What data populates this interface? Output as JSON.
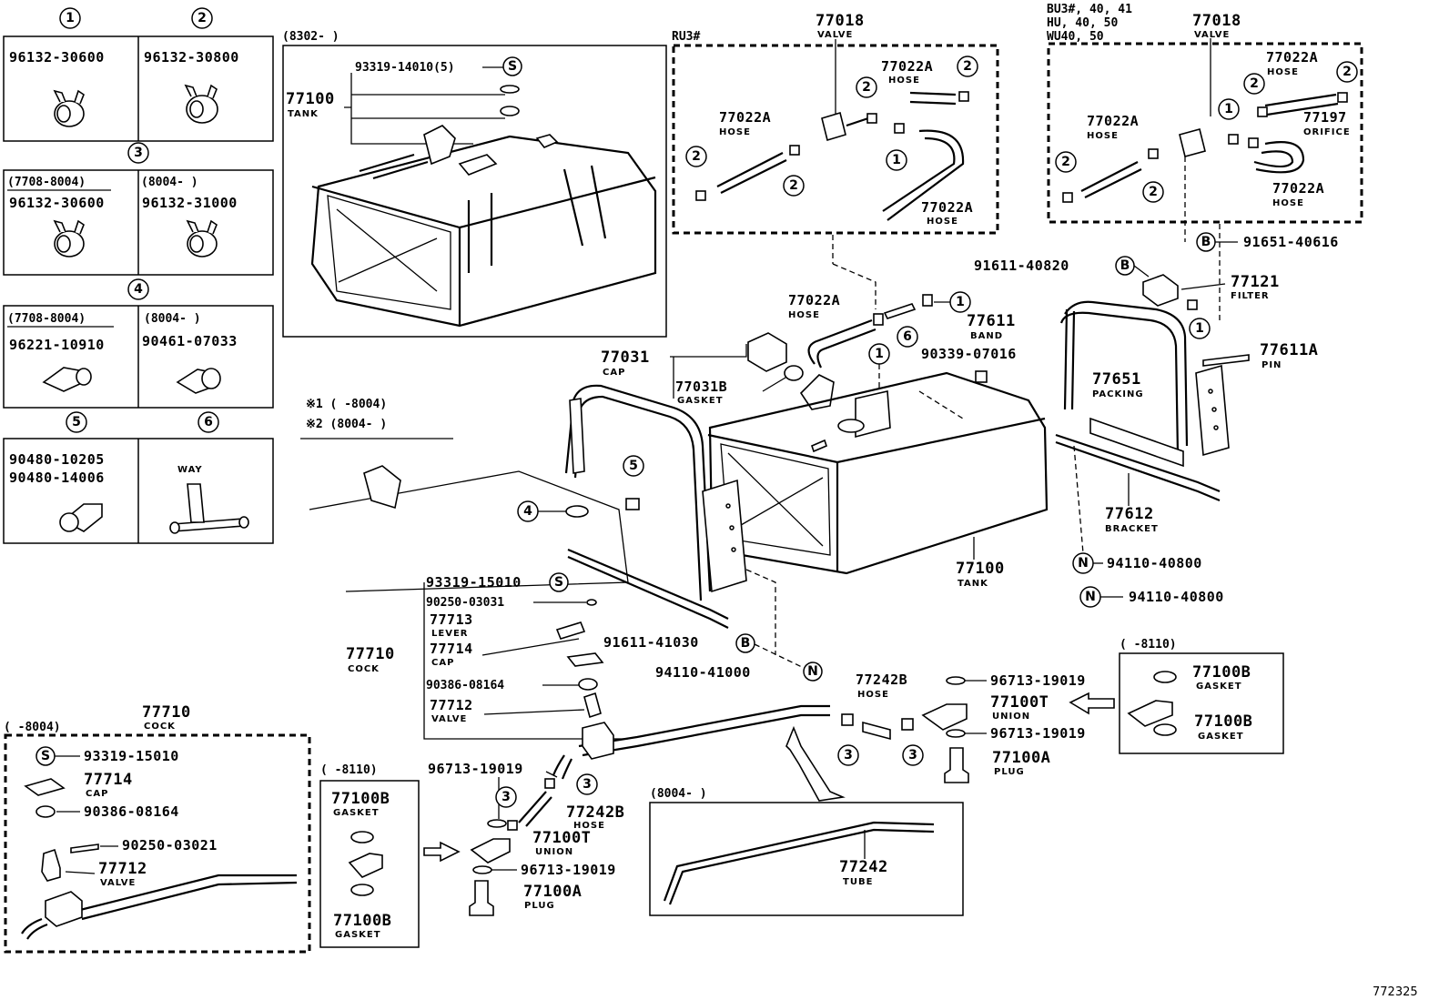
{
  "drawing_code": "772325",
  "ref_boxes": [
    {
      "num": "1",
      "parts": [
        "96132-30600"
      ]
    },
    {
      "num": "2",
      "parts": [
        "96132-30800"
      ]
    },
    {
      "num": "3",
      "left_note": "(7708-8004)",
      "left_part": "96132-30600",
      "right_note": "(8004-     )",
      "right_part": "96132-31000"
    },
    {
      "num": "4",
      "left_note": "(7708-8004)",
      "left_part": "96221-10910",
      "right_note": "(8004-     )",
      "right_part": "90461-07033"
    },
    {
      "num": "5",
      "parts": [
        "90480-10205",
        "90480-14006"
      ]
    },
    {
      "num": "6",
      "label": "WAY"
    }
  ],
  "notes": {
    "star1": "※1 (     -8004)",
    "star2": "※2 (8004-     )"
  },
  "inset_tank": {
    "range": "(8302-          )",
    "part_tank": "77100",
    "label_tank": "TANK",
    "bolt": "93319-14010(5)",
    "bolt_ref": "S"
  },
  "valve_ru3": {
    "model": "RU3#",
    "part": "77018",
    "label": "VALVE",
    "hose_a": "77022A",
    "hose_label": "HOSE",
    "hose_b": "77022A",
    "hose_c": "77022A"
  },
  "valve_bu3": {
    "models": [
      "BU3#, 40, 41",
      "HU, 40, 50",
      "WU40, 50"
    ],
    "part": "77018",
    "label": "VALVE",
    "hose_a": "77022A",
    "hose_b": "77022A",
    "hose_c": "77022A",
    "orifice": "77197",
    "orifice_label": "ORIFICE",
    "bolt": "91651-40616",
    "bolt_ref": "B"
  },
  "main_parts": {
    "hose": "77022A",
    "hose_label": "HOSE",
    "cap": "77031",
    "cap_label": "CAP",
    "gasket": "77031B",
    "gasket_label": "GASKET",
    "filter_bolt": "91611-40820",
    "filter_bolt_ref": "B",
    "filter": "77121",
    "filter_label": "FILTER",
    "band": "77611",
    "band_label": "BAND",
    "pin": "77611A",
    "pin_label": "PIN",
    "nut_90339": "90339-07016",
    "packing": "77651",
    "packing_label": "PACKING",
    "bracket": "77612",
    "bracket_label": "BRACKET",
    "tank": "77100",
    "tank_label": "TANK",
    "nut_a": "94110-40800",
    "nut_b": "94110-40800",
    "nut_ref": "N",
    "bolt_s": "93319-15010",
    "bolt_s_ref": "S",
    "p90250": "90250-03031",
    "lever": "77713",
    "lever_label": "LEVER",
    "cap2": "77714",
    "cap2_label": "CAP",
    "cock": "77710",
    "cock_label": "COCK",
    "p90386": "90386-08164",
    "valve": "77712",
    "valve_label": "VALVE",
    "bolt_41030": "91611-41030",
    "bolt_41030_ref": "B",
    "nut_41000": "94110-41000",
    "nut_41000_ref": "N",
    "hose_b": "77242B",
    "hose_b_label": "HOSE",
    "gasket_1": "96713-19019",
    "union": "77100T",
    "union_label": "UNION",
    "gasket_2": "96713-19019",
    "plug": "77100A",
    "plug_label": "PLUG"
  },
  "inset_8110_right": {
    "range": "(      -8110)",
    "g1": "77100B",
    "g1_label": "GASKET",
    "g2": "77100B",
    "g2_label": "GASKET"
  },
  "inset_cock": {
    "range": "(      -8004)",
    "part": "77710",
    "label": "COCK",
    "bolt": "93319-15010",
    "bolt_ref": "S",
    "cap": "77714",
    "cap_label": "CAP",
    "p90386": "90386-08164",
    "p90250": "90250-03021",
    "valve": "77712",
    "valve_label": "VALVE"
  },
  "inset_8110_left": {
    "range": "(      -8110)",
    "g1": "77100B",
    "g1_label": "GASKET",
    "g2": "77100B",
    "g2_label": "GASKET"
  },
  "lower_group": {
    "gasket_a": "96713-19019",
    "hose": "77242B",
    "hose_label": "HOSE",
    "union": "77100T",
    "union_label": "UNION",
    "gasket_b": "96713-19019",
    "plug": "77100A",
    "plug_label": "PLUG"
  },
  "inset_tube": {
    "range": "(8004-        )",
    "part": "77242",
    "label": "TUBE"
  }
}
